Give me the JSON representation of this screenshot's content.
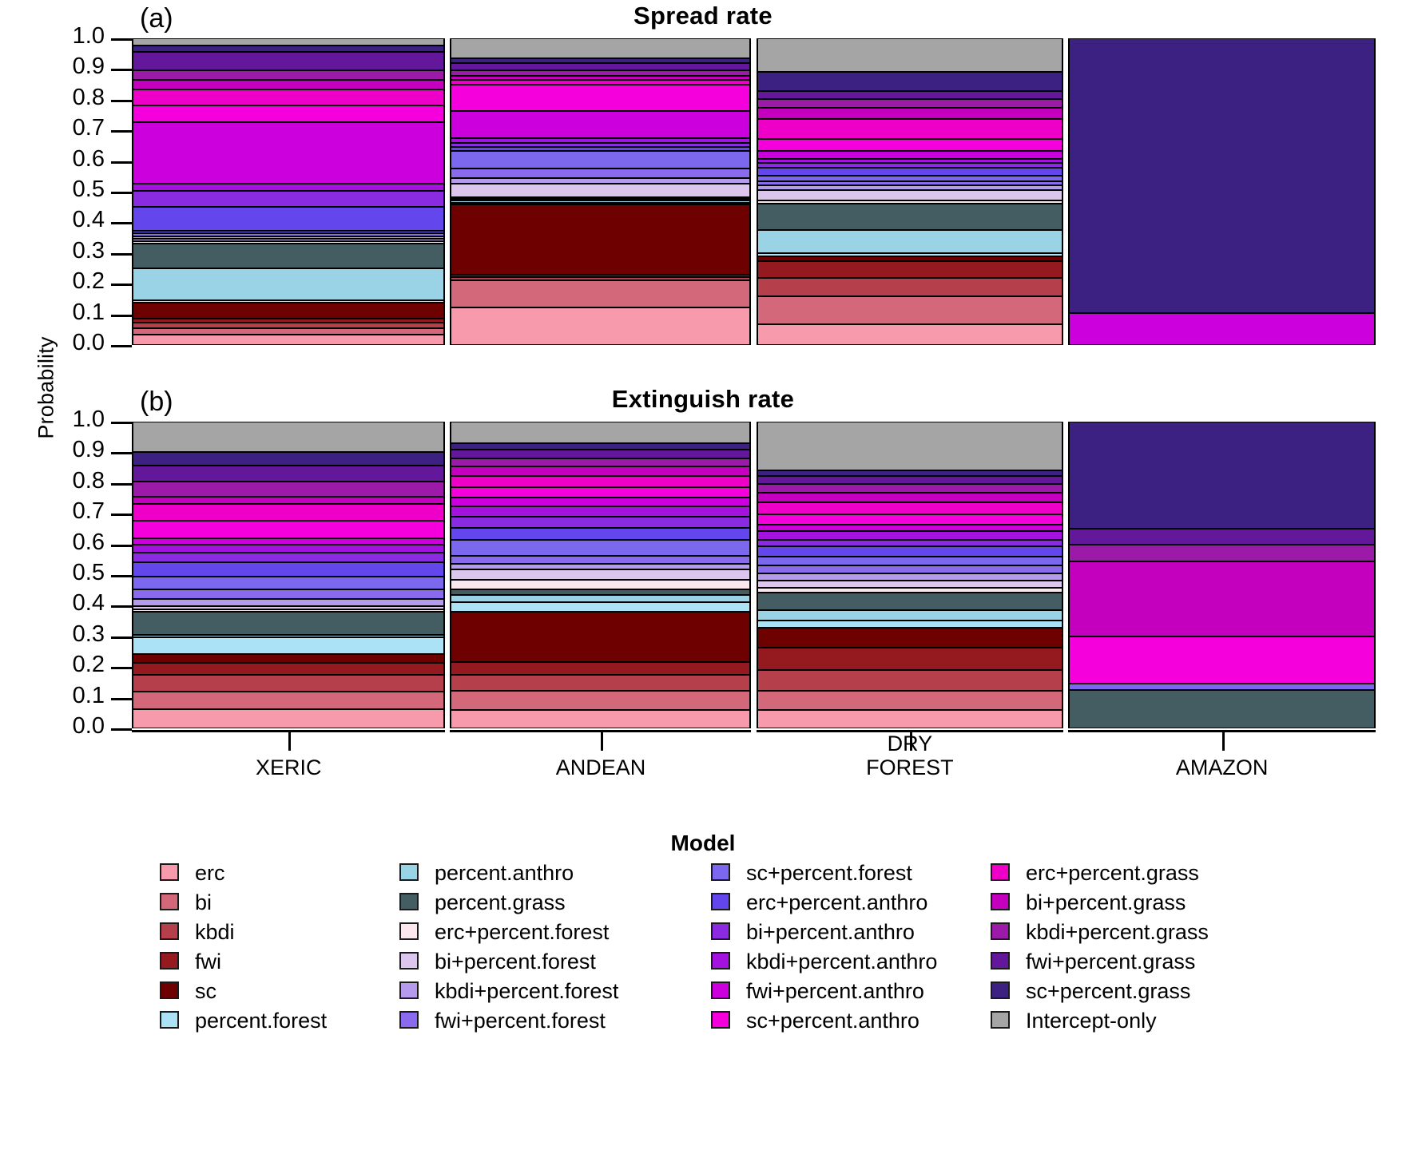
{
  "axis": {
    "ylabel": "Probability",
    "yticks": [
      "1.0",
      "0.9",
      "0.8",
      "0.7",
      "0.6",
      "0.5",
      "0.4",
      "0.3",
      "0.2",
      "0.1",
      "0.0"
    ],
    "ylim": [
      0,
      1
    ],
    "xlabel": ""
  },
  "panels": [
    {
      "tag": "(a)",
      "title": "Spread rate"
    },
    {
      "tag": "(b)",
      "title": "Extinguish rate"
    }
  ],
  "groups": [
    {
      "label": "XERIC",
      "lines": [
        "XERIC"
      ]
    },
    {
      "label": "ANDEAN",
      "lines": [
        "ANDEAN"
      ]
    },
    {
      "label": "DRY FOREST",
      "lines": [
        "DRY",
        "FOREST"
      ]
    },
    {
      "label": "AMAZON",
      "lines": [
        "AMAZON"
      ]
    }
  ],
  "legend": {
    "title": "Model",
    "columns": [
      [
        {
          "label": "erc",
          "color": "#F79AAC"
        },
        {
          "label": "bi",
          "color": "#D2687A"
        },
        {
          "label": "kbdi",
          "color": "#B53F4A"
        },
        {
          "label": "fwi",
          "color": "#951A1F"
        },
        {
          "label": "sc",
          "color": "#6E0000"
        },
        {
          "label": "percent.forest",
          "color": "#ACE2F5"
        }
      ],
      [
        {
          "label": "percent.anthro",
          "color": "#9AD3E6"
        },
        {
          "label": "percent.grass",
          "color": "#435D63"
        },
        {
          "label": "erc+percent.forest",
          "color": "#FBE7EE"
        },
        {
          "label": "bi+percent.forest",
          "color": "#DCC6EE"
        },
        {
          "label": "kbdi+percent.forest",
          "color": "#B69AEE"
        },
        {
          "label": "fwi+percent.forest",
          "color": "#8A6BEE"
        }
      ],
      [
        {
          "label": "sc+percent.forest",
          "color": "#7B68EE"
        },
        {
          "label": "erc+percent.anthro",
          "color": "#6347ED"
        },
        {
          "label": "bi+percent.anthro",
          "color": "#8A2BE2"
        },
        {
          "label": "kbdi+percent.anthro",
          "color": "#A412E0"
        },
        {
          "label": "fwi+percent.anthro",
          "color": "#CC00DC"
        },
        {
          "label": "sc+percent.anthro",
          "color": "#F500DC"
        }
      ],
      [
        {
          "label": "erc+percent.grass",
          "color": "#EE00C8"
        },
        {
          "label": "bi+percent.grass",
          "color": "#C400BE"
        },
        {
          "label": "kbdi+percent.grass",
          "color": "#9B1BA8"
        },
        {
          "label": "fwi+percent.grass",
          "color": "#63179B"
        },
        {
          "label": "sc+percent.grass",
          "color": "#3C2182"
        },
        {
          "label": "Intercept-only",
          "color": "#A5A5A5"
        }
      ]
    ]
  },
  "chart_data": {
    "type": "bar",
    "subtype": "mosaic-stacked-100pct",
    "title": null,
    "xlabel": "",
    "ylabel": "Probability",
    "ylim": [
      0,
      1
    ],
    "grid": false,
    "legend_position": "bottom",
    "categories": [
      "XERIC",
      "ANDEAN",
      "DRY FOREST",
      "AMAZON"
    ],
    "category_widths": [
      0.255,
      0.245,
      0.25,
      0.25
    ],
    "series_order": [
      "erc",
      "bi",
      "kbdi",
      "fwi",
      "sc",
      "percent.forest",
      "percent.anthro",
      "percent.grass",
      "erc+percent.forest",
      "bi+percent.forest",
      "kbdi+percent.forest",
      "fwi+percent.forest",
      "sc+percent.forest",
      "erc+percent.anthro",
      "bi+percent.anthro",
      "kbdi+percent.anthro",
      "fwi+percent.anthro",
      "sc+percent.anthro",
      "erc+percent.grass",
      "bi+percent.grass",
      "kbdi+percent.grass",
      "fwi+percent.grass",
      "sc+percent.grass",
      "Intercept-only"
    ],
    "panels": [
      {
        "tag": "(a)",
        "title": "Spread rate",
        "stacks": {
          "XERIC": {
            "erc": 0.03,
            "bi": 0.02,
            "kbdi": 0.016,
            "fwi": 0.012,
            "sc": 0.046,
            "percent.forest": 0.007,
            "percent.anthro": 0.093,
            "percent.grass": 0.074,
            "erc+percent.forest": 0.006,
            "bi+percent.forest": 0.008,
            "kbdi+percent.forest": 0.007,
            "fwi+percent.forest": 0.008,
            "sc+percent.forest": 0.008,
            "erc+percent.anthro": 0.071,
            "bi+percent.anthro": 0.046,
            "kbdi+percent.anthro": 0.021,
            "fwi+percent.anthro": 0.181,
            "sc+percent.anthro": 0.049,
            "erc+percent.grass": 0.046,
            "bi+percent.grass": 0.03,
            "kbdi+percent.grass": 0.028,
            "fwi+percent.grass": 0.054,
            "sc+percent.grass": 0.019,
            "Intercept-only": 0.02
          },
          "ANDEAN": {
            "erc": 0.122,
            "bi": 0.09,
            "kbdi": 0.01,
            "fwi": 0.008,
            "sc": 0.228,
            "percent.forest": 0.006,
            "percent.anthro": 0.007,
            "percent.grass": 0.006,
            "erc+percent.forest": 0.006,
            "bi+percent.forest": 0.043,
            "kbdi+percent.forest": 0.017,
            "fwi+percent.forest": 0.033,
            "sc+percent.forest": 0.056,
            "erc+percent.anthro": 0.013,
            "bi+percent.anthro": 0.014,
            "kbdi+percent.anthro": 0.015,
            "fwi+percent.anthro": 0.09,
            "sc+percent.anthro": 0.085,
            "erc+percent.grass": 0.015,
            "bi+percent.grass": 0.013,
            "kbdi+percent.grass": 0.019,
            "fwi+percent.grass": 0.024,
            "sc+percent.grass": 0.014,
            "Intercept-only": 0.066
          },
          "DRY FOREST": {
            "erc": 0.068,
            "bi": 0.09,
            "kbdi": 0.06,
            "fwi": 0.055,
            "sc": 0.015,
            "percent.forest": 0.012,
            "percent.anthro": 0.075,
            "percent.grass": 0.085,
            "erc+percent.forest": 0.012,
            "bi+percent.forest": 0.033,
            "kbdi+percent.forest": 0.015,
            "fwi+percent.forest": 0.014,
            "sc+percent.forest": 0.017,
            "erc+percent.anthro": 0.027,
            "bi+percent.anthro": 0.015,
            "kbdi+percent.anthro": 0.014,
            "fwi+percent.anthro": 0.025,
            "sc+percent.anthro": 0.04,
            "erc+percent.grass": 0.066,
            "bi+percent.grass": 0.035,
            "kbdi+percent.grass": 0.03,
            "fwi+percent.grass": 0.025,
            "sc+percent.grass": 0.062,
            "Intercept-only": 0.11
          },
          "AMAZON": {
            "erc": 0.0,
            "bi": 0.0,
            "kbdi": 0.0,
            "fwi": 0.0,
            "sc": 0.0,
            "percent.forest": 0.0,
            "percent.anthro": 0.0,
            "percent.grass": 0.0,
            "erc+percent.forest": 0.0,
            "bi+percent.forest": 0.0,
            "kbdi+percent.forest": 0.0,
            "fwi+percent.forest": 0.0,
            "sc+percent.forest": 0.0,
            "erc+percent.anthro": 0.0,
            "bi+percent.anthro": 0.0,
            "kbdi+percent.anthro": 0.0,
            "fwi+percent.anthro": 0.104,
            "sc+percent.anthro": 0.0,
            "erc+percent.grass": 0.0,
            "bi+percent.grass": 0.0,
            "kbdi+percent.grass": 0.0,
            "fwi+percent.grass": 0.0,
            "sc+percent.grass": 0.896,
            "Intercept-only": 0.0
          }
        }
      },
      {
        "tag": "(b)",
        "title": "Extinguish rate",
        "stacks": {
          "XERIC": {
            "erc": 0.062,
            "bi": 0.058,
            "kbdi": 0.055,
            "fwi": 0.038,
            "sc": 0.03,
            "percent.forest": 0.055,
            "percent.anthro": 0.007,
            "percent.grass": 0.075,
            "erc+percent.forest": 0.007,
            "bi+percent.forest": 0.012,
            "kbdi+percent.forest": 0.022,
            "fwi+percent.forest": 0.032,
            "sc+percent.forest": 0.043,
            "erc+percent.anthro": 0.046,
            "bi+percent.anthro": 0.03,
            "kbdi+percent.anthro": 0.027,
            "fwi+percent.anthro": 0.022,
            "sc+percent.anthro": 0.056,
            "erc+percent.grass": 0.055,
            "bi+percent.grass": 0.023,
            "kbdi+percent.grass": 0.05,
            "fwi+percent.grass": 0.052,
            "sc+percent.grass": 0.043,
            "Intercept-only": 0.1
          },
          "ANDEAN": {
            "erc": 0.06,
            "bi": 0.062,
            "kbdi": 0.052,
            "fwi": 0.042,
            "sc": 0.165,
            "percent.forest": 0.03,
            "percent.anthro": 0.025,
            "percent.grass": 0.018,
            "erc+percent.forest": 0.03,
            "bi+percent.forest": 0.035,
            "kbdi+percent.forest": 0.017,
            "fwi+percent.forest": 0.027,
            "sc+percent.forest": 0.052,
            "erc+percent.anthro": 0.039,
            "bi+percent.anthro": 0.035,
            "kbdi+percent.anthro": 0.034,
            "fwi+percent.anthro": 0.029,
            "sc+percent.anthro": 0.035,
            "erc+percent.grass": 0.036,
            "bi+percent.grass": 0.031,
            "kbdi+percent.grass": 0.026,
            "fwi+percent.grass": 0.03,
            "sc+percent.grass": 0.02,
            "Intercept-only": 0.07
          },
          "DRY FOREST": {
            "erc": 0.058,
            "bi": 0.058,
            "kbdi": 0.065,
            "fwi": 0.07,
            "sc": 0.06,
            "percent.forest": 0.022,
            "percent.anthro": 0.034,
            "percent.grass": 0.053,
            "erc+percent.forest": 0.015,
            "bi+percent.forest": 0.022,
            "kbdi+percent.forest": 0.022,
            "fwi+percent.forest": 0.025,
            "sc+percent.forest": 0.028,
            "erc+percent.anthro": 0.031,
            "bi+percent.anthro": 0.022,
            "kbdi+percent.anthro": 0.026,
            "fwi+percent.anthro": 0.02,
            "sc+percent.anthro": 0.033,
            "erc+percent.grass": 0.035,
            "bi+percent.grass": 0.03,
            "kbdi+percent.grass": 0.027,
            "fwi+percent.grass": 0.025,
            "sc+percent.grass": 0.019,
            "Intercept-only": 0.15
          },
          "AMAZON": {
            "erc": 0.0,
            "bi": 0.0,
            "kbdi": 0.0,
            "fwi": 0.0,
            "sc": 0.0,
            "percent.forest": 0.0,
            "percent.anthro": 0.0,
            "percent.grass": 0.125,
            "erc+percent.forest": 0.0,
            "bi+percent.forest": 0.0,
            "kbdi+percent.forest": 0.0,
            "fwi+percent.forest": 0.0,
            "sc+percent.forest": 0.02,
            "erc+percent.anthro": 0.0,
            "bi+percent.anthro": 0.0,
            "kbdi+percent.anthro": 0.0,
            "fwi+percent.anthro": 0.0,
            "sc+percent.anthro": 0.155,
            "erc+percent.grass": 0.0,
            "bi+percent.grass": 0.245,
            "kbdi+percent.grass": 0.053,
            "fwi+percent.grass": 0.052,
            "sc+percent.grass": 0.35,
            "Intercept-only": 0.0
          }
        }
      }
    ]
  }
}
